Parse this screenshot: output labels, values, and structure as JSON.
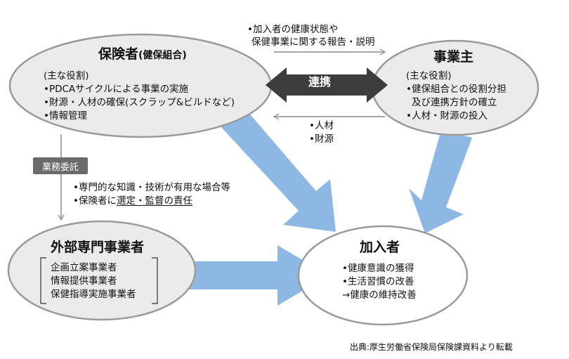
{
  "insurer": {
    "title_main": "保険者",
    "title_sub": "(健保組合)",
    "role_heading": "(主な役割)",
    "roles": [
      "•PDCAサイクルによる事業の実施",
      "•財源・人材の確保(スクラップ&ビルドなど)",
      "•情報管理"
    ]
  },
  "employer": {
    "title": "事業主",
    "role_heading": "(主な役割)",
    "roles": [
      "•健保組合との役割分担",
      "及び連携方針の確立",
      "•人材・財源の投入"
    ]
  },
  "external": {
    "title": "外部専門事業者",
    "items": [
      "企画立案事業者",
      "情報提供事業者",
      "保健指導実施事業者"
    ]
  },
  "member": {
    "title": "加入者",
    "items": [
      "•健康意識の獲得",
      "•生活習慣の改善",
      "→健康の維持改善"
    ]
  },
  "collaboration_label": "連携",
  "report_note": [
    "•加入者の健康状態や",
    "保健事業に関する報告・説明"
  ],
  "resource_note": [
    "•人材",
    "•財源"
  ],
  "outsourcing_label": "業務委託",
  "outsourcing_conditions": {
    "line1": "•専門的な知識・技術が有用な場合等",
    "line2_prefix": "•保険者に",
    "line2_underlined": "選定・監督の責任"
  },
  "source": "出典:厚生労働省保険局保険課資料より転載",
  "colors": {
    "ellipse_fill": "#ebebeb",
    "ellipse_stroke": "#9a9a9a",
    "big_arrow": "#8db8e3",
    "link_arrow": "#3c3c3c",
    "thin_arrow": "#9a9a9a",
    "badge": "#6b6b6b"
  }
}
